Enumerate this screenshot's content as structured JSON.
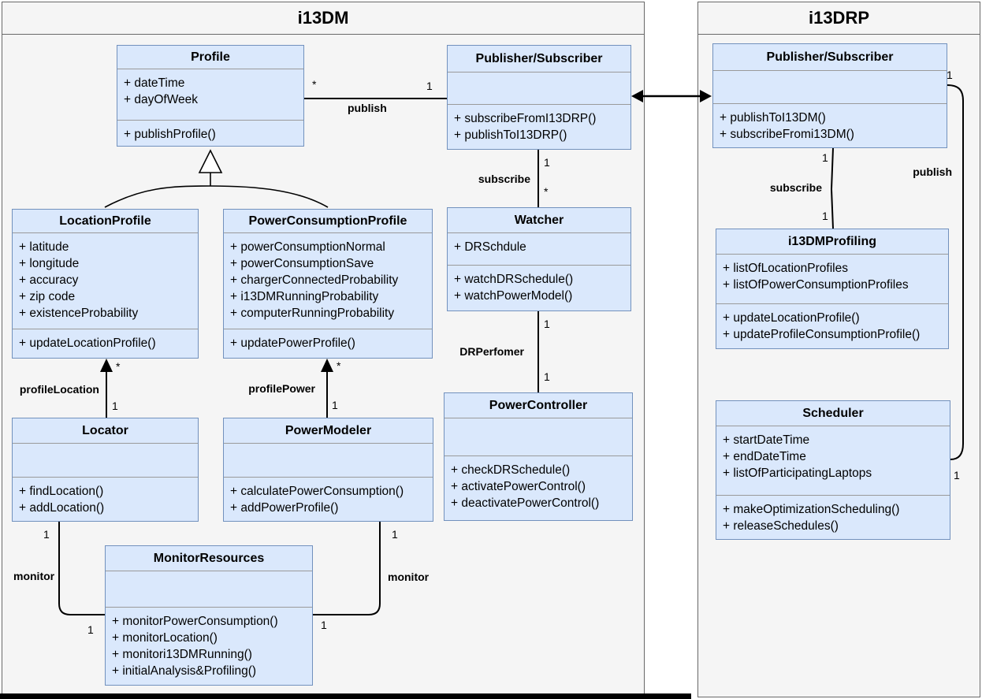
{
  "diagram": {
    "packages": {
      "i13dm": {
        "title": "i13DM"
      },
      "i13drp": {
        "title": "i13DRP"
      }
    },
    "classes": {
      "profile": {
        "name": "Profile",
        "attributes": [
          "+ dateTime",
          "+ dayOfWeek"
        ],
        "operations": [
          "+ publishProfile()"
        ]
      },
      "pubsub_dm": {
        "name": "Publisher/Subscriber",
        "attributes": [],
        "operations": [
          "+ subscribeFromI13DRP()",
          "+ publishToI13DRP()"
        ]
      },
      "location_profile": {
        "name": "LocationProfile",
        "attributes": [
          "+ latitude",
          "+ longitude",
          "+ accuracy",
          "+ zip code",
          "+ existenceProbability"
        ],
        "operations": [
          "+ updateLocationProfile()"
        ]
      },
      "power_consumption_profile": {
        "name": "PowerConsumptionProfile",
        "attributes": [
          "+ powerConsumptionNormal",
          "+ powerConsumptionSave",
          "+ chargerConnectedProbability",
          "+ i13DMRunningProbability",
          "+ computerRunningProbability"
        ],
        "operations": [
          "+ updatePowerProfile()"
        ]
      },
      "watcher": {
        "name": "Watcher",
        "attributes": [
          "+ DRSchdule"
        ],
        "operations": [
          "+ watchDRSchedule()",
          "+ watchPowerModel()"
        ]
      },
      "power_controller": {
        "name": "PowerController",
        "attributes": [],
        "operations": [
          "+ checkDRSchedule()",
          "+ activatePowerControl()",
          "+ deactivatePowerControl()"
        ]
      },
      "locator": {
        "name": "Locator",
        "attributes": [],
        "operations": [
          "+ findLocation()",
          "+ addLocation()"
        ]
      },
      "power_modeler": {
        "name": "PowerModeler",
        "attributes": [],
        "operations": [
          "+ calculatePowerConsumption()",
          "+ addPowerProfile()"
        ]
      },
      "monitor_resources": {
        "name": "MonitorResources",
        "attributes": [],
        "operations": [
          "+ monitorPowerConsumption()",
          "+ monitorLocation()",
          "+ monitori13DMRunning()",
          "+ initialAnalysis&Profiling()"
        ]
      },
      "pubsub_drp": {
        "name": "Publisher/Subscriber",
        "attributes": [],
        "operations": [
          "+ publishToI13DM()",
          "+ subscribeFromi13DM()"
        ]
      },
      "i13dm_profiling": {
        "name": "i13DMProfiling",
        "attributes": [
          "+ listOfLocationProfiles",
          "+ listOfPowerConsumptionProfiles"
        ],
        "operations": [
          "+ updateLocationProfile()",
          "+ updateProfileConsumptionProfile()"
        ]
      },
      "scheduler": {
        "name": "Scheduler",
        "attributes": [
          "+ startDateTime",
          "+ endDateTime",
          "+ listOfParticipatingLaptops"
        ],
        "operations": [
          "+ makeOptimizationScheduling()",
          "+ releaseSchedules()"
        ]
      }
    },
    "edges": {
      "publish_dm": {
        "label": "publish",
        "star_mult": "*",
        "one_mult": "1"
      },
      "subscribe_dm": {
        "label": "subscribe",
        "top_mult": "1",
        "bottom_mult": "*"
      },
      "dr_performer": {
        "label": "DRPerfomer",
        "top_mult": "1",
        "bottom_mult": "1"
      },
      "profile_location": {
        "label": "profileLocation",
        "star_mult": "*",
        "one_mult": "1"
      },
      "profile_power": {
        "label": "profilePower",
        "star_mult": "*",
        "one_mult": "1"
      },
      "monitor_left": {
        "label": "monitor",
        "top_mult": "1",
        "bottom_mult": "1"
      },
      "monitor_right": {
        "label": "monitor",
        "top_mult": "1",
        "bottom_mult": "1"
      },
      "subscribe_drp": {
        "label": "subscribe",
        "top_mult": "1",
        "bottom_mult": "1"
      },
      "publish_drp": {
        "label": "publish",
        "top_mult": "1",
        "bottom_mult": "1"
      }
    },
    "colors": {
      "class_fill": "#dae8fc",
      "class_border": "#7291bd",
      "package_fill": "#f5f5f5",
      "package_border": "#686868"
    }
  }
}
